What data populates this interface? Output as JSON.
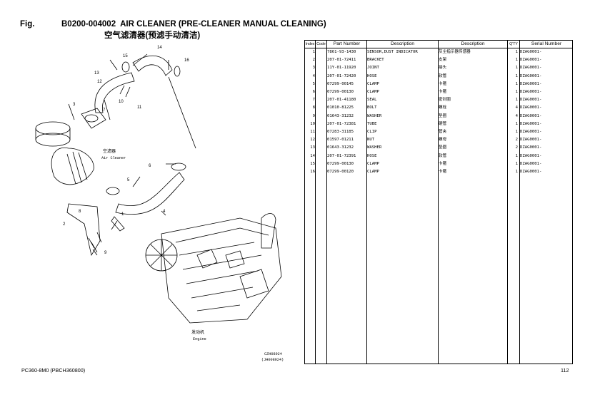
{
  "header": {
    "fig_label": "Fig.",
    "fig_code": "B0200-004002",
    "title_en": "AIR CLEANER (PRE-CLEANER MANUAL CLEANING)",
    "title_cn": "空气滤清器(预滤手动清洁)"
  },
  "diagram": {
    "callouts": [
      "14",
      "15",
      "16",
      "13",
      "12",
      "10",
      "11",
      "3",
      "1",
      "7",
      "8",
      "6",
      "5",
      "4",
      "2",
      "9"
    ],
    "label_air_cleaner_cn": "空滤器",
    "label_air_cleaner_en": "Air Cleaner",
    "label_engine_cn": "发动机",
    "label_engine_en": "Engine",
    "drawing_no_1": "CZH08924",
    "drawing_no_2": "(JH008924)"
  },
  "table": {
    "headers": {
      "index": "Index",
      "code": "Code",
      "part_number": "Part Number",
      "description_en": "Description",
      "description_cn": "Description",
      "qty": "Q'TY",
      "serial": "Serial Number"
    },
    "rows": [
      {
        "index": "1",
        "pn": "7861-93-1430",
        "desc_en": "SENSOR,DUST INDICATOR",
        "desc_cn": "灰尘指示器传感器",
        "qty": "1",
        "serial": "DZAG0001-"
      },
      {
        "index": "2",
        "pn": "207-01-72411",
        "desc_en": "BRACKET",
        "desc_cn": "支架",
        "qty": "1",
        "serial": "DZAG0001-"
      },
      {
        "index": "3",
        "pn": "11Y-01-11920",
        "desc_en": "JOINT",
        "desc_cn": "接头",
        "qty": "1",
        "serial": "DZAG0001-"
      },
      {
        "index": "4",
        "pn": "207-01-72420",
        "desc_en": "HOSE",
        "desc_cn": "软管",
        "qty": "1",
        "serial": "DZAG0001-"
      },
      {
        "index": "5",
        "pn": "07299-00145",
        "desc_en": "CLAMP",
        "desc_cn": "卡箍",
        "qty": "1",
        "serial": "DZAG0001-"
      },
      {
        "index": "6",
        "pn": "07299-00130",
        "desc_en": "CLAMP",
        "desc_cn": "卡箍",
        "qty": "1",
        "serial": "DZAG0001-"
      },
      {
        "index": "7",
        "pn": "207-01-41180",
        "desc_en": "SEAL",
        "desc_cn": "密封圈",
        "qty": "1",
        "serial": "DZAG0001-"
      },
      {
        "index": "8",
        "pn": "01010-81225",
        "desc_en": "BOLT",
        "desc_cn": "螺栓",
        "qty": "4",
        "serial": "DZAG0001-"
      },
      {
        "index": "9",
        "pn": "01643-31232",
        "desc_en": "WASHER",
        "desc_cn": "垫圈",
        "qty": "4",
        "serial": "DZAG0001-"
      },
      {
        "index": "10",
        "pn": "207-01-72381",
        "desc_en": "TUBE",
        "desc_cn": "硬管",
        "qty": "1",
        "serial": "DZAG0001-"
      },
      {
        "index": "11",
        "pn": "07283-31185",
        "desc_en": "CLIP",
        "desc_cn": "管夹",
        "qty": "1",
        "serial": "DZAG0001-"
      },
      {
        "index": "12",
        "pn": "01597-01211",
        "desc_en": "NUT",
        "desc_cn": "螺母",
        "qty": "2",
        "serial": "DZAG0001-"
      },
      {
        "index": "13",
        "pn": "01643-31232",
        "desc_en": "WASHER",
        "desc_cn": "垫圈",
        "qty": "2",
        "serial": "DZAG0001-"
      },
      {
        "index": "14",
        "pn": "207-01-72391",
        "desc_en": "HOSE",
        "desc_cn": "软管",
        "qty": "1",
        "serial": "DZAG0001-"
      },
      {
        "index": "15",
        "pn": "07299-00130",
        "desc_en": "CLAMP",
        "desc_cn": "卡箍",
        "qty": "1",
        "serial": "DZAG0001-"
      },
      {
        "index": "16",
        "pn": "07299-00120",
        "desc_en": "CLAMP",
        "desc_cn": "卡箍",
        "qty": "1",
        "serial": "DZAG0001-"
      }
    ]
  },
  "footer": {
    "model": "PC360-8M0  (PBCH360800)",
    "page": "112"
  }
}
